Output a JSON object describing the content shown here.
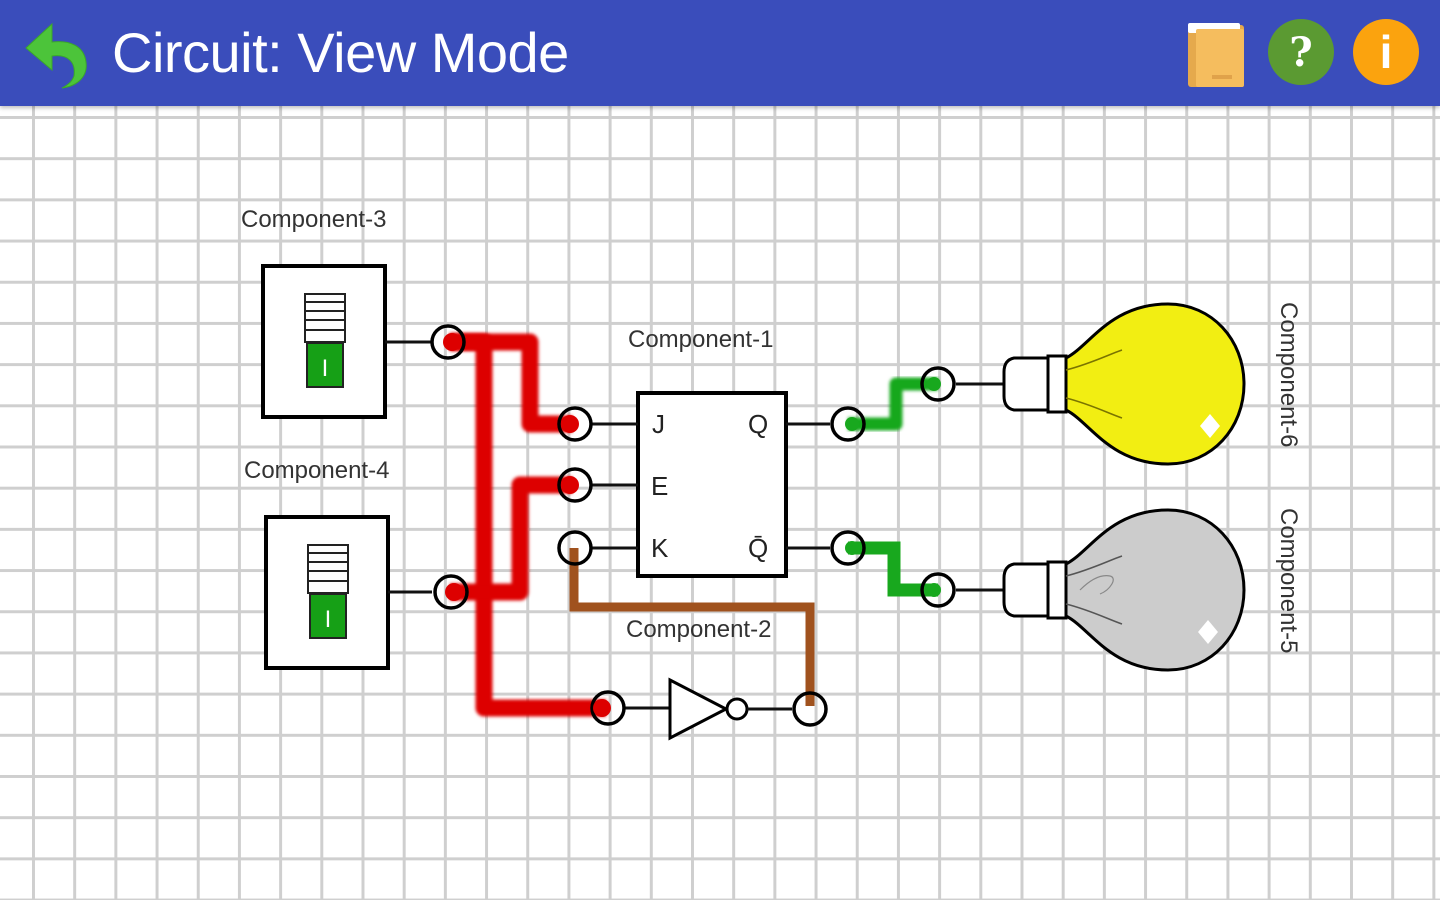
{
  "app_bar": {
    "title": "Circuit: View Mode",
    "back_icon": "undo-arrow-icon",
    "actions": [
      {
        "name": "manual",
        "icon": "book-icon"
      },
      {
        "name": "help",
        "icon": "question-icon",
        "glyph": "?"
      },
      {
        "name": "info",
        "icon": "info-icon",
        "glyph": "i"
      }
    ],
    "colors": {
      "bar": "#3a4dbb",
      "back_arrow": "#4cc43a",
      "help": "#5b9a32",
      "info": "#fba30e",
      "book": "#f5bd5e"
    }
  },
  "circuit": {
    "components": [
      {
        "id": "component-3",
        "label": "Component-3",
        "type": "toggle-switch",
        "state": "on",
        "switch_glyph": "I"
      },
      {
        "id": "component-4",
        "label": "Component-4",
        "type": "toggle-switch",
        "state": "on",
        "switch_glyph": "I"
      },
      {
        "id": "component-1",
        "label": "Component-1",
        "type": "jk-flip-flop",
        "pins": {
          "j": "J",
          "e": "E",
          "k": "K",
          "q": "Q",
          "qbar": "Q̄"
        }
      },
      {
        "id": "component-2",
        "label": "Component-2",
        "type": "not-gate"
      },
      {
        "id": "component-6",
        "label": "Component-6",
        "type": "light-bulb",
        "state": "lit"
      },
      {
        "id": "component-5",
        "label": "Component-5",
        "type": "light-bulb",
        "state": "off"
      }
    ],
    "wires": [
      {
        "from": "component-3.out",
        "to": "component-1.J",
        "state": "high"
      },
      {
        "from": "component-3.out",
        "to": "component-2.in",
        "state": "high"
      },
      {
        "from": "component-4.out",
        "to": "component-1.E",
        "state": "high"
      },
      {
        "from": "component-2.out",
        "to": "component-1.K",
        "state": "low"
      },
      {
        "from": "component-1.Q",
        "to": "component-6.in",
        "state": "output"
      },
      {
        "from": "component-1.Qbar",
        "to": "component-5.in",
        "state": "output"
      }
    ],
    "colors": {
      "high_wire": "#dd0000",
      "low_wire": "#a0521e",
      "output_wire": "#18a81e",
      "switch_on": "#16a016",
      "bulb_lit": "#f2ee12",
      "bulb_off": "#cccccc"
    }
  }
}
